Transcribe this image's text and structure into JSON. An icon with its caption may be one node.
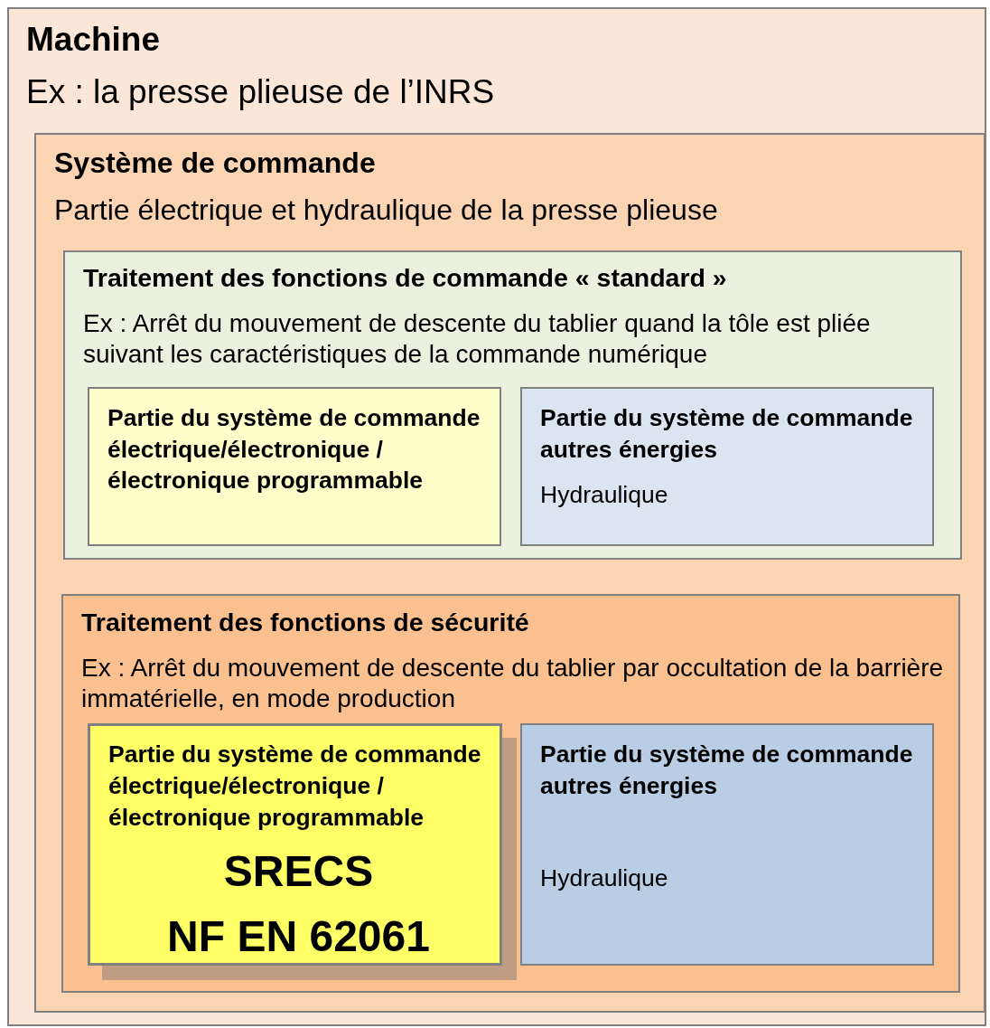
{
  "diagram": {
    "nodes": [
      {
        "text": [
          "Machine",
          "Ex : la presse plieuse de l’INRS"
        ]
      },
      {
        "text": [
          "Système de commande",
          "Partie électrique et hydraulique de la presse plieuse"
        ],
        "in": 0
      },
      {
        "text": [
          "Traitement des fonctions de commande « standard »",
          "Ex : Arrêt du mouvement de descente du tablier quand la tôle est pliée suivant les caractéristiques de la commande numérique"
        ],
        "in": 1
      },
      {
        "text": [
          "Partie du système de commande électrique/électronique /électronique programmable"
        ],
        "in": 2
      },
      {
        "text": [
          "Partie du système de commande autres énergies",
          "Hydraulique"
        ],
        "in": 2
      },
      {
        "text": [
          "Traitement des fonctions de sécurité",
          "Ex : Arrêt du mouvement de descente du tablier par occultation de la barrière immatérielle, en mode production"
        ],
        "in": 1
      },
      {
        "text": [
          "Partie du système de commande électrique/électronique /électronique programmable",
          "SRECS",
          "NF EN 62061"
        ],
        "in": 5
      },
      {
        "text": [
          "Partie du système de commande autres énergies",
          "Hydraulique"
        ],
        "in": 5
      }
    ]
  }
}
